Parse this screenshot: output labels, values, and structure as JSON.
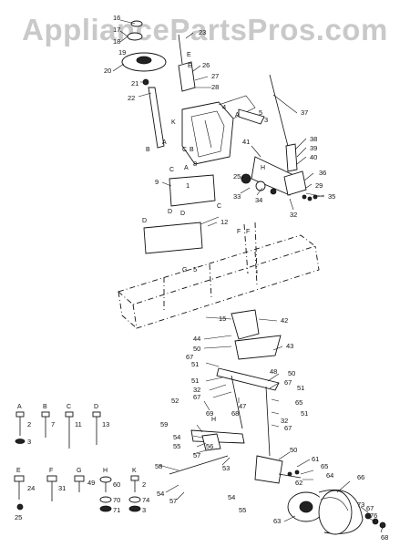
{
  "watermark": "AppliancePartsPros.com",
  "callouts": {
    "c16": "16",
    "c17": "17",
    "c18": "18",
    "c19": "19",
    "c20": "20",
    "c21": "21",
    "c22": "22",
    "c23": "23",
    "c26": "26",
    "c27": "27",
    "c28": "28",
    "c37": "37",
    "c38": "38",
    "c39": "39",
    "c40": "40",
    "c41": "41",
    "c25": "25",
    "c33": "33",
    "c34": "34",
    "c36": "36",
    "c29": "29",
    "c35": "35",
    "c32": "32",
    "c9": "9",
    "c12": "12",
    "c15": "15",
    "c42": "42",
    "c44": "44",
    "c50": "50",
    "c67": "67",
    "c51": "51",
    "c43": "43",
    "c48": "48",
    "c47": "47",
    "c65": "65",
    "c52": "52",
    "c69": "69",
    "c59": "59",
    "c68": "68",
    "c54": "54",
    "c56": "56",
    "c57": "57",
    "c58": "58",
    "c53": "53",
    "c55": "55",
    "c61": "61",
    "c62": "62",
    "c64": "64",
    "c66": "66",
    "c63": "63",
    "c73": "73",
    "c76": "76",
    "c1": "1",
    "c2": "2",
    "c3": "3",
    "c7": "7",
    "c8": "8",
    "c11": "11",
    "c13": "13",
    "c24": "24",
    "c31": "31",
    "c49": "49",
    "c60": "60",
    "c70": "70",
    "c74": "74",
    "c71": "71",
    "c4": "4",
    "c5": "5"
  },
  "letters": {
    "A": "A",
    "B": "B",
    "C": "C",
    "D": "D",
    "E": "E",
    "F": "F",
    "G": "G",
    "H": "H",
    "K": "K"
  },
  "legend": [
    {
      "letter": "A",
      "num": "2",
      "washer": "3"
    },
    {
      "letter": "B",
      "num": "7"
    },
    {
      "letter": "C",
      "num": "11"
    },
    {
      "letter": "D",
      "num": "13"
    },
    {
      "letter": "E",
      "num": "24",
      "washer": "25"
    },
    {
      "letter": "F",
      "num": "31"
    },
    {
      "letter": "G",
      "num": "49"
    },
    {
      "letter": "H",
      "num": "60",
      "extra1": "70",
      "extra2": "71"
    },
    {
      "letter": "K",
      "num": "2",
      "extra1": "74",
      "extra2": "3"
    }
  ]
}
